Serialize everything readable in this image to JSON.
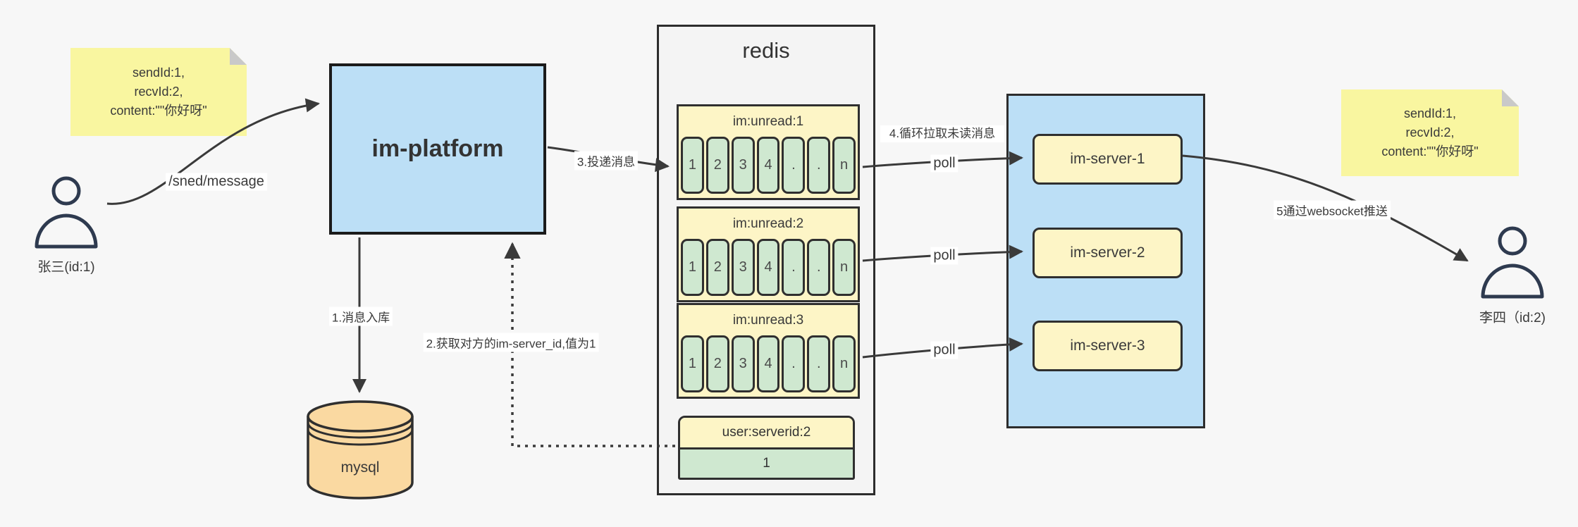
{
  "page": {
    "background": "#f7f7f7"
  },
  "colors": {
    "blue_fill": "#bcdff6",
    "yellow_note": "#f9f6a0",
    "yellow_box": "#fdf5c6",
    "green_cell": "#cfe8d0",
    "gray_panel": "#f4f4f4",
    "mysql_tan": "#fad9a1",
    "line": "#3a3a3a"
  },
  "actors": {
    "sender": {
      "label": "张三(id:1)"
    },
    "receiver": {
      "label": "李四（id:2)"
    }
  },
  "notes": {
    "sender": {
      "line1": "sendId:1,",
      "line2": "recvId:2,",
      "line3": "content:\"\"你好呀\""
    },
    "receiver": {
      "line1": "sendId:1,",
      "line2": "recvId:2,",
      "line3": "content:\"\"你好呀\""
    }
  },
  "platform": {
    "label": "im-platform"
  },
  "database": {
    "label": "mysql"
  },
  "redis": {
    "title": "redis",
    "queues": [
      {
        "name": "im:unread:1",
        "cells": [
          "1",
          "2",
          "3",
          "4",
          ".",
          ".",
          "n"
        ]
      },
      {
        "name": "im:unread:2",
        "cells": [
          "1",
          "2",
          "3",
          "4",
          ".",
          ".",
          "n"
        ]
      },
      {
        "name": "im:unread:3",
        "cells": [
          "1",
          "2",
          "3",
          "4",
          ".",
          ".",
          "n"
        ]
      }
    ],
    "mapping": {
      "key": "user:serverid:2",
      "value": "1"
    }
  },
  "servers": [
    {
      "label": "im-server-1"
    },
    {
      "label": "im-server-2"
    },
    {
      "label": "im-server-3"
    }
  ],
  "edges": {
    "send": "/sned/message",
    "step1": "1.消息入库",
    "step2": "2.获取对方的im-server_id,值为1",
    "step3": "3.投递消息",
    "step4": "4.循环拉取未读消息",
    "poll": "poll",
    "step5": "5通过websocket推送"
  }
}
